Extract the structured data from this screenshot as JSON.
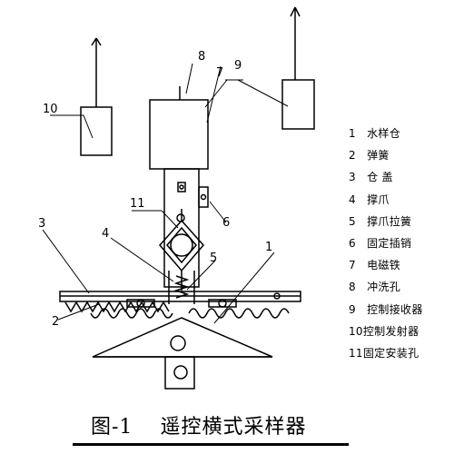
{
  "callouts": {
    "c1": "1",
    "c2": "2",
    "c3": "3",
    "c4": "4",
    "c5": "5",
    "c6": "6",
    "c7": "7",
    "c8": "8",
    "c9": "9",
    "c10": "10",
    "c11": "11"
  },
  "legend": [
    {
      "num": "1",
      "text": "水样仓"
    },
    {
      "num": "2",
      "text": "弹簧"
    },
    {
      "num": "3",
      "text": "仓 盖"
    },
    {
      "num": "4",
      "text": "撑爪"
    },
    {
      "num": "5",
      "text": "撑爪拉簧"
    },
    {
      "num": "6",
      "text": "固定插销"
    },
    {
      "num": "7",
      "text": "电磁铁"
    },
    {
      "num": "8",
      "text": "冲洗孔"
    },
    {
      "num": "9",
      "text": "控制接收器"
    },
    {
      "num": "10",
      "text": "控制发射器"
    },
    {
      "num": "11",
      "text": "固定安装孔"
    }
  ],
  "caption": {
    "label": "图-1",
    "title": "遥控横式采样器"
  }
}
